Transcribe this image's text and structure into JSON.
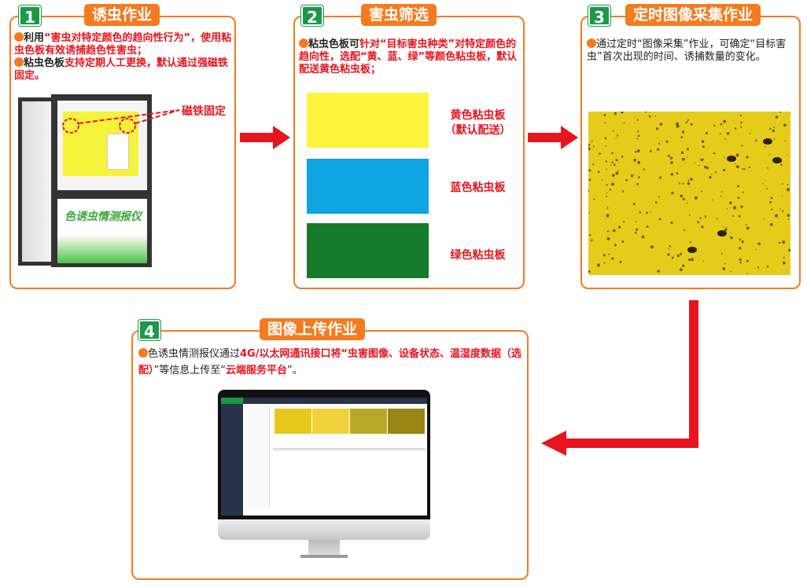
{
  "steps": [
    {
      "num": "1",
      "title": "诱虫作业",
      "lines": [
        [
          {
            "t": "利用",
            "r": false
          },
          {
            "t": "“害虫对特定颜色的趋向性行为”，使用粘虫色板有效诱捕趋色性害虫；",
            "r": true
          }
        ],
        [
          {
            "t": "粘虫色板",
            "r": false
          },
          {
            "t": "支持定期人工更换，默认通过强磁铁固定。",
            "r": true
          }
        ]
      ],
      "magnet_label": "磁铁固定",
      "device_label": "色诱虫情测报仪"
    },
    {
      "num": "2",
      "title": "害虫筛选",
      "lines": [
        [
          {
            "t": "粘虫色板可",
            "r": false
          },
          {
            "t": "针对“目标害虫种类”对特定颜色的趋向性，选配“黄、蓝、绿”等颜色粘虫板，默认配送黄色粘虫板；",
            "r": true
          }
        ]
      ],
      "boards": [
        {
          "label": "黄色粘虫板",
          "sub": "（默认配送）",
          "color": "#fcf53c"
        },
        {
          "label": "蓝色粘虫板",
          "sub": "",
          "color": "#0ea3e3"
        },
        {
          "label": "绿色粘虫板",
          "sub": "",
          "color": "#157a2a"
        }
      ]
    },
    {
      "num": "3",
      "title": "定时图像采集作业",
      "lines": [
        [
          {
            "t": "通过定时“图像采集”作业，可确定“目标害虫”首次出现的时间、诱捕数量的变化。",
            "r": false
          }
        ]
      ]
    },
    {
      "num": "4",
      "title": "图像上传作业",
      "lines": [
        [
          {
            "t": "色诱虫情测报仪通过",
            "r": false
          },
          {
            "t": "4G/以太网通讯接口将“虫害图像、设备状态、温湿度数据（选配）",
            "r": true
          },
          {
            "t": "”等信息上传至“",
            "r": false
          },
          {
            "t": "云端服务平台",
            "r": true
          },
          {
            "t": "”。",
            "r": false
          }
        ]
      ]
    }
  ],
  "colors": {
    "accent": "#f47b20",
    "badge": "#1a9a48",
    "arrow": "#e8141e",
    "highlight": "#e8141e"
  }
}
